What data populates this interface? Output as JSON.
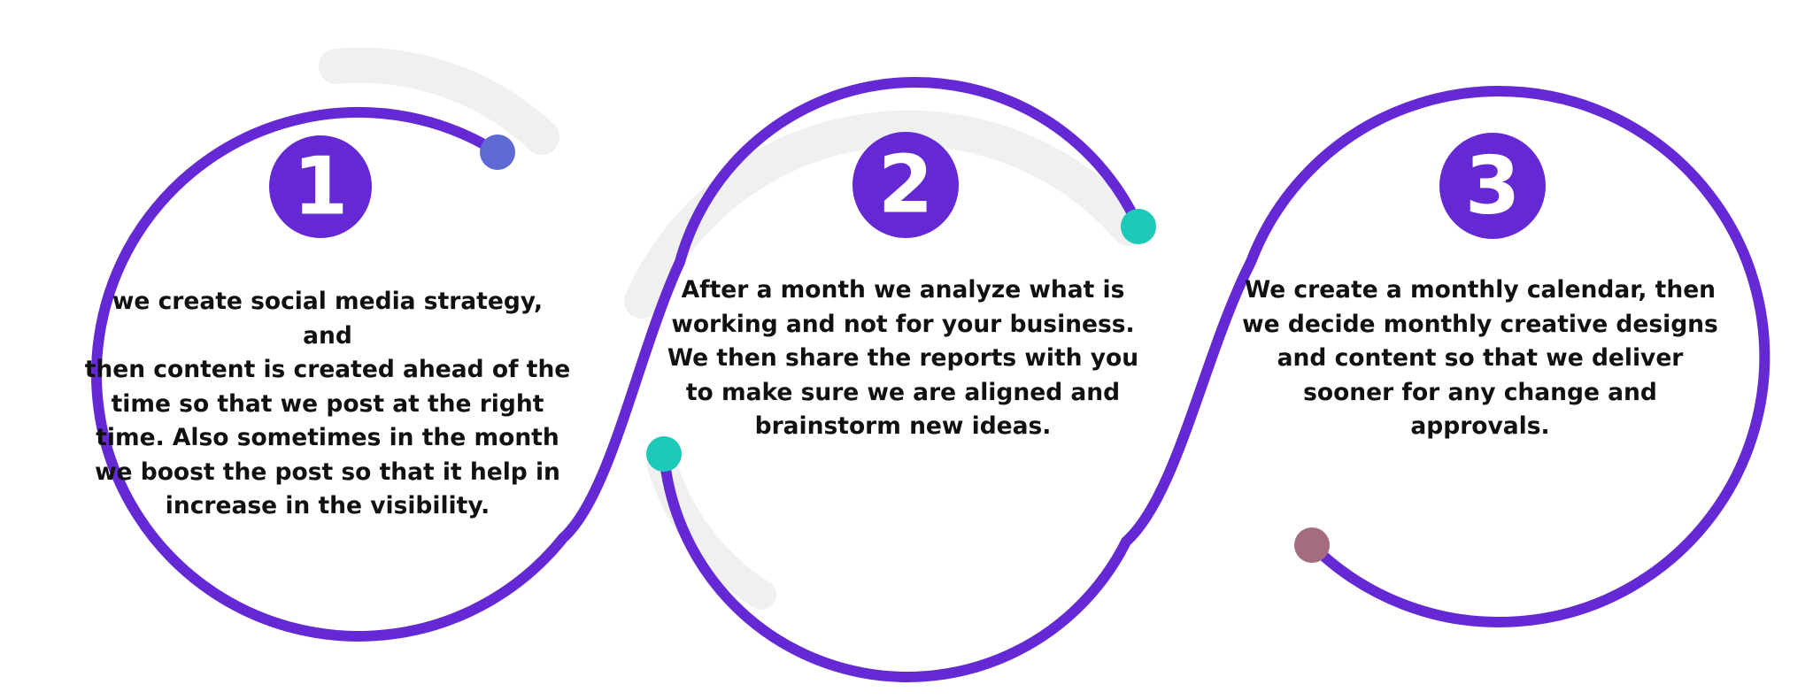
{
  "colors": {
    "path": "#6429D4",
    "badge": "#6429D4",
    "shadow": "#EDEDED",
    "dot_start": "#5E6AD2",
    "dot_mid_1": "#1DC9B9",
    "dot_mid_2": "#1DC9B9",
    "dot_end": "#A56B80",
    "text": "#111111",
    "badge_text": "#FFFFFF"
  },
  "steps": [
    {
      "number": "1",
      "text": "we create social media strategy, and\nthen content is created ahead of the\ntime so that we post at the right\ntime. Also sometimes in the month\nwe boost the post so that it help in\nincrease in the visibility."
    },
    {
      "number": "2",
      "text": "After a month we analyze what is\nworking and not for your business.\nWe then share the reports with you\nto make sure we are aligned and\nbrainstorm new ideas."
    },
    {
      "number": "3",
      "text": "We create a monthly calendar, then\nwe decide monthly creative designs\nand content so that we deliver\nsooner for any change and approvals."
    }
  ]
}
